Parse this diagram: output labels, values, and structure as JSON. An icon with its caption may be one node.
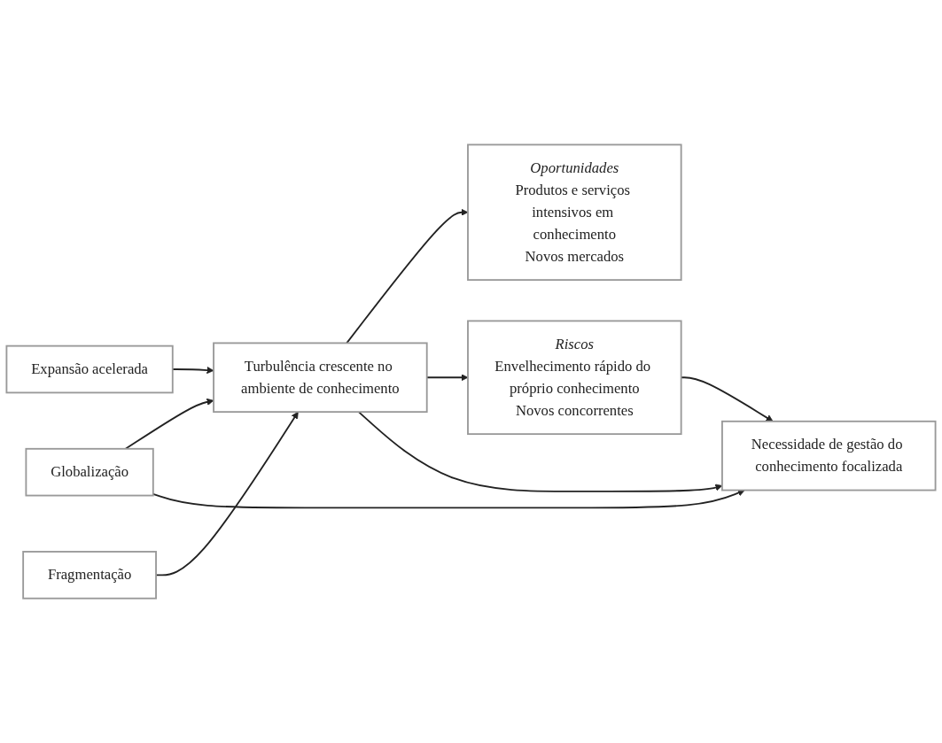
{
  "diagram": {
    "nodes": [
      {
        "text": [
          "Expansão acelerada"
        ]
      },
      {
        "text": [
          "Fragmentação"
        ]
      },
      {
        "text": [
          "Globalização"
        ]
      },
      {
        "text": [
          "Turbulência crescente no ambiente de conhecimento"
        ]
      },
      {
        "text": [
          "Oportunidades",
          "Produtos e serviços intensivos em conhecimento",
          "Novos mercados"
        ]
      },
      {
        "text": [
          "Riscos",
          "Envelhecimento rápido do próprio conhecimento",
          "Novos concorrentes"
        ]
      },
      {
        "text": [
          "Necessidade de gestão do conhecimento focalizada"
        ]
      }
    ],
    "edges": [
      {
        "from": 0,
        "to": 3,
        "arrow": "to"
      },
      {
        "from": 1,
        "to": 3,
        "arrow": "to"
      },
      {
        "from": 2,
        "to": 3,
        "arrow": "to"
      },
      {
        "from": 3,
        "to": 4,
        "arrow": "to"
      },
      {
        "from": 3,
        "to": 5,
        "arrow": "to"
      },
      {
        "from": 2,
        "to": 6,
        "arrow": "to"
      },
      {
        "from": 3,
        "to": 6,
        "arrow": "to"
      },
      {
        "from": 5,
        "to": 6,
        "arrow": "to"
      }
    ]
  }
}
